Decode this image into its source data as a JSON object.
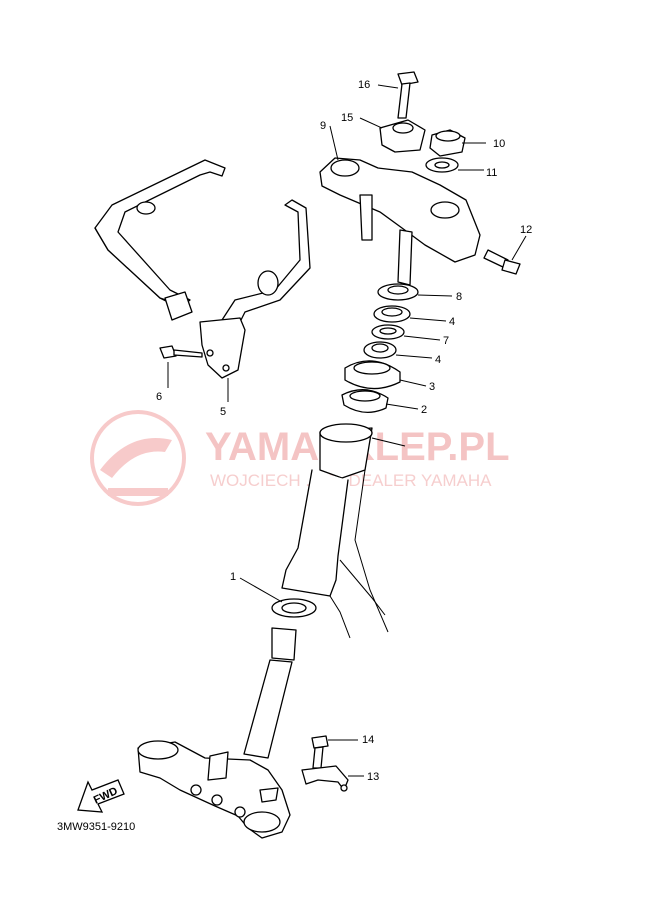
{
  "diagram": {
    "code": "3MW9351-9210",
    "fwd_label": "FWD",
    "watermark": {
      "brand": "YAMASKLEP.PL",
      "tagline": "WOJCIECH ... Z | DEALER YAMAHA",
      "color": "#f2b6b6"
    },
    "callouts": [
      {
        "id": "1",
        "label": "1"
      },
      {
        "id": "2",
        "label": "2"
      },
      {
        "id": "3",
        "label": "3"
      },
      {
        "id": "4a",
        "label": "4"
      },
      {
        "id": "4b",
        "label": "4"
      },
      {
        "id": "5",
        "label": "5"
      },
      {
        "id": "6",
        "label": "6"
      },
      {
        "id": "7",
        "label": "7"
      },
      {
        "id": "8",
        "label": "8"
      },
      {
        "id": "9",
        "label": "9"
      },
      {
        "id": "10",
        "label": "10"
      },
      {
        "id": "11",
        "label": "11"
      },
      {
        "id": "12",
        "label": "12"
      },
      {
        "id": "13",
        "label": "13"
      },
      {
        "id": "14",
        "label": "14"
      },
      {
        "id": "15",
        "label": "15"
      },
      {
        "id": "16",
        "label": "16"
      }
    ]
  }
}
